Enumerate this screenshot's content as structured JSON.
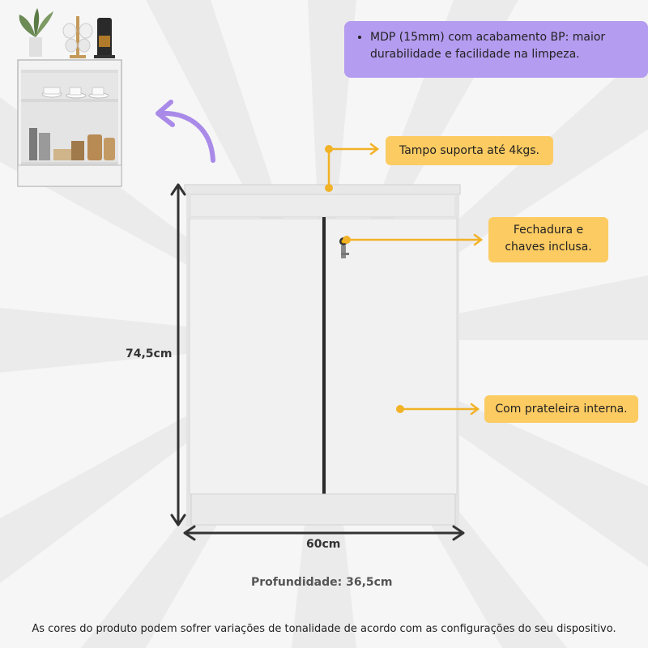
{
  "callouts": {
    "material": "MDP (15mm) com acabamento BP: maior durabilidade e facilidade na limpeza.",
    "top_load": "Tampo suporta até 4kgs.",
    "lock_line1": "Fechadura e",
    "lock_line2": "chaves inclusa.",
    "shelf": "Com prateleira interna."
  },
  "dimensions": {
    "height": "74,5cm",
    "width": "60cm",
    "depth": "Profundidade: 36,5cm"
  },
  "footer": {
    "disclaimer": "As cores do produto podem sofrer variações de tonalidade de acordo com as configurações do seu dispositivo."
  },
  "colors": {
    "purple": "#b49cf0",
    "yellow": "#fccb62",
    "arrow_purple": "#a98ae8",
    "dimension": "#333333"
  }
}
